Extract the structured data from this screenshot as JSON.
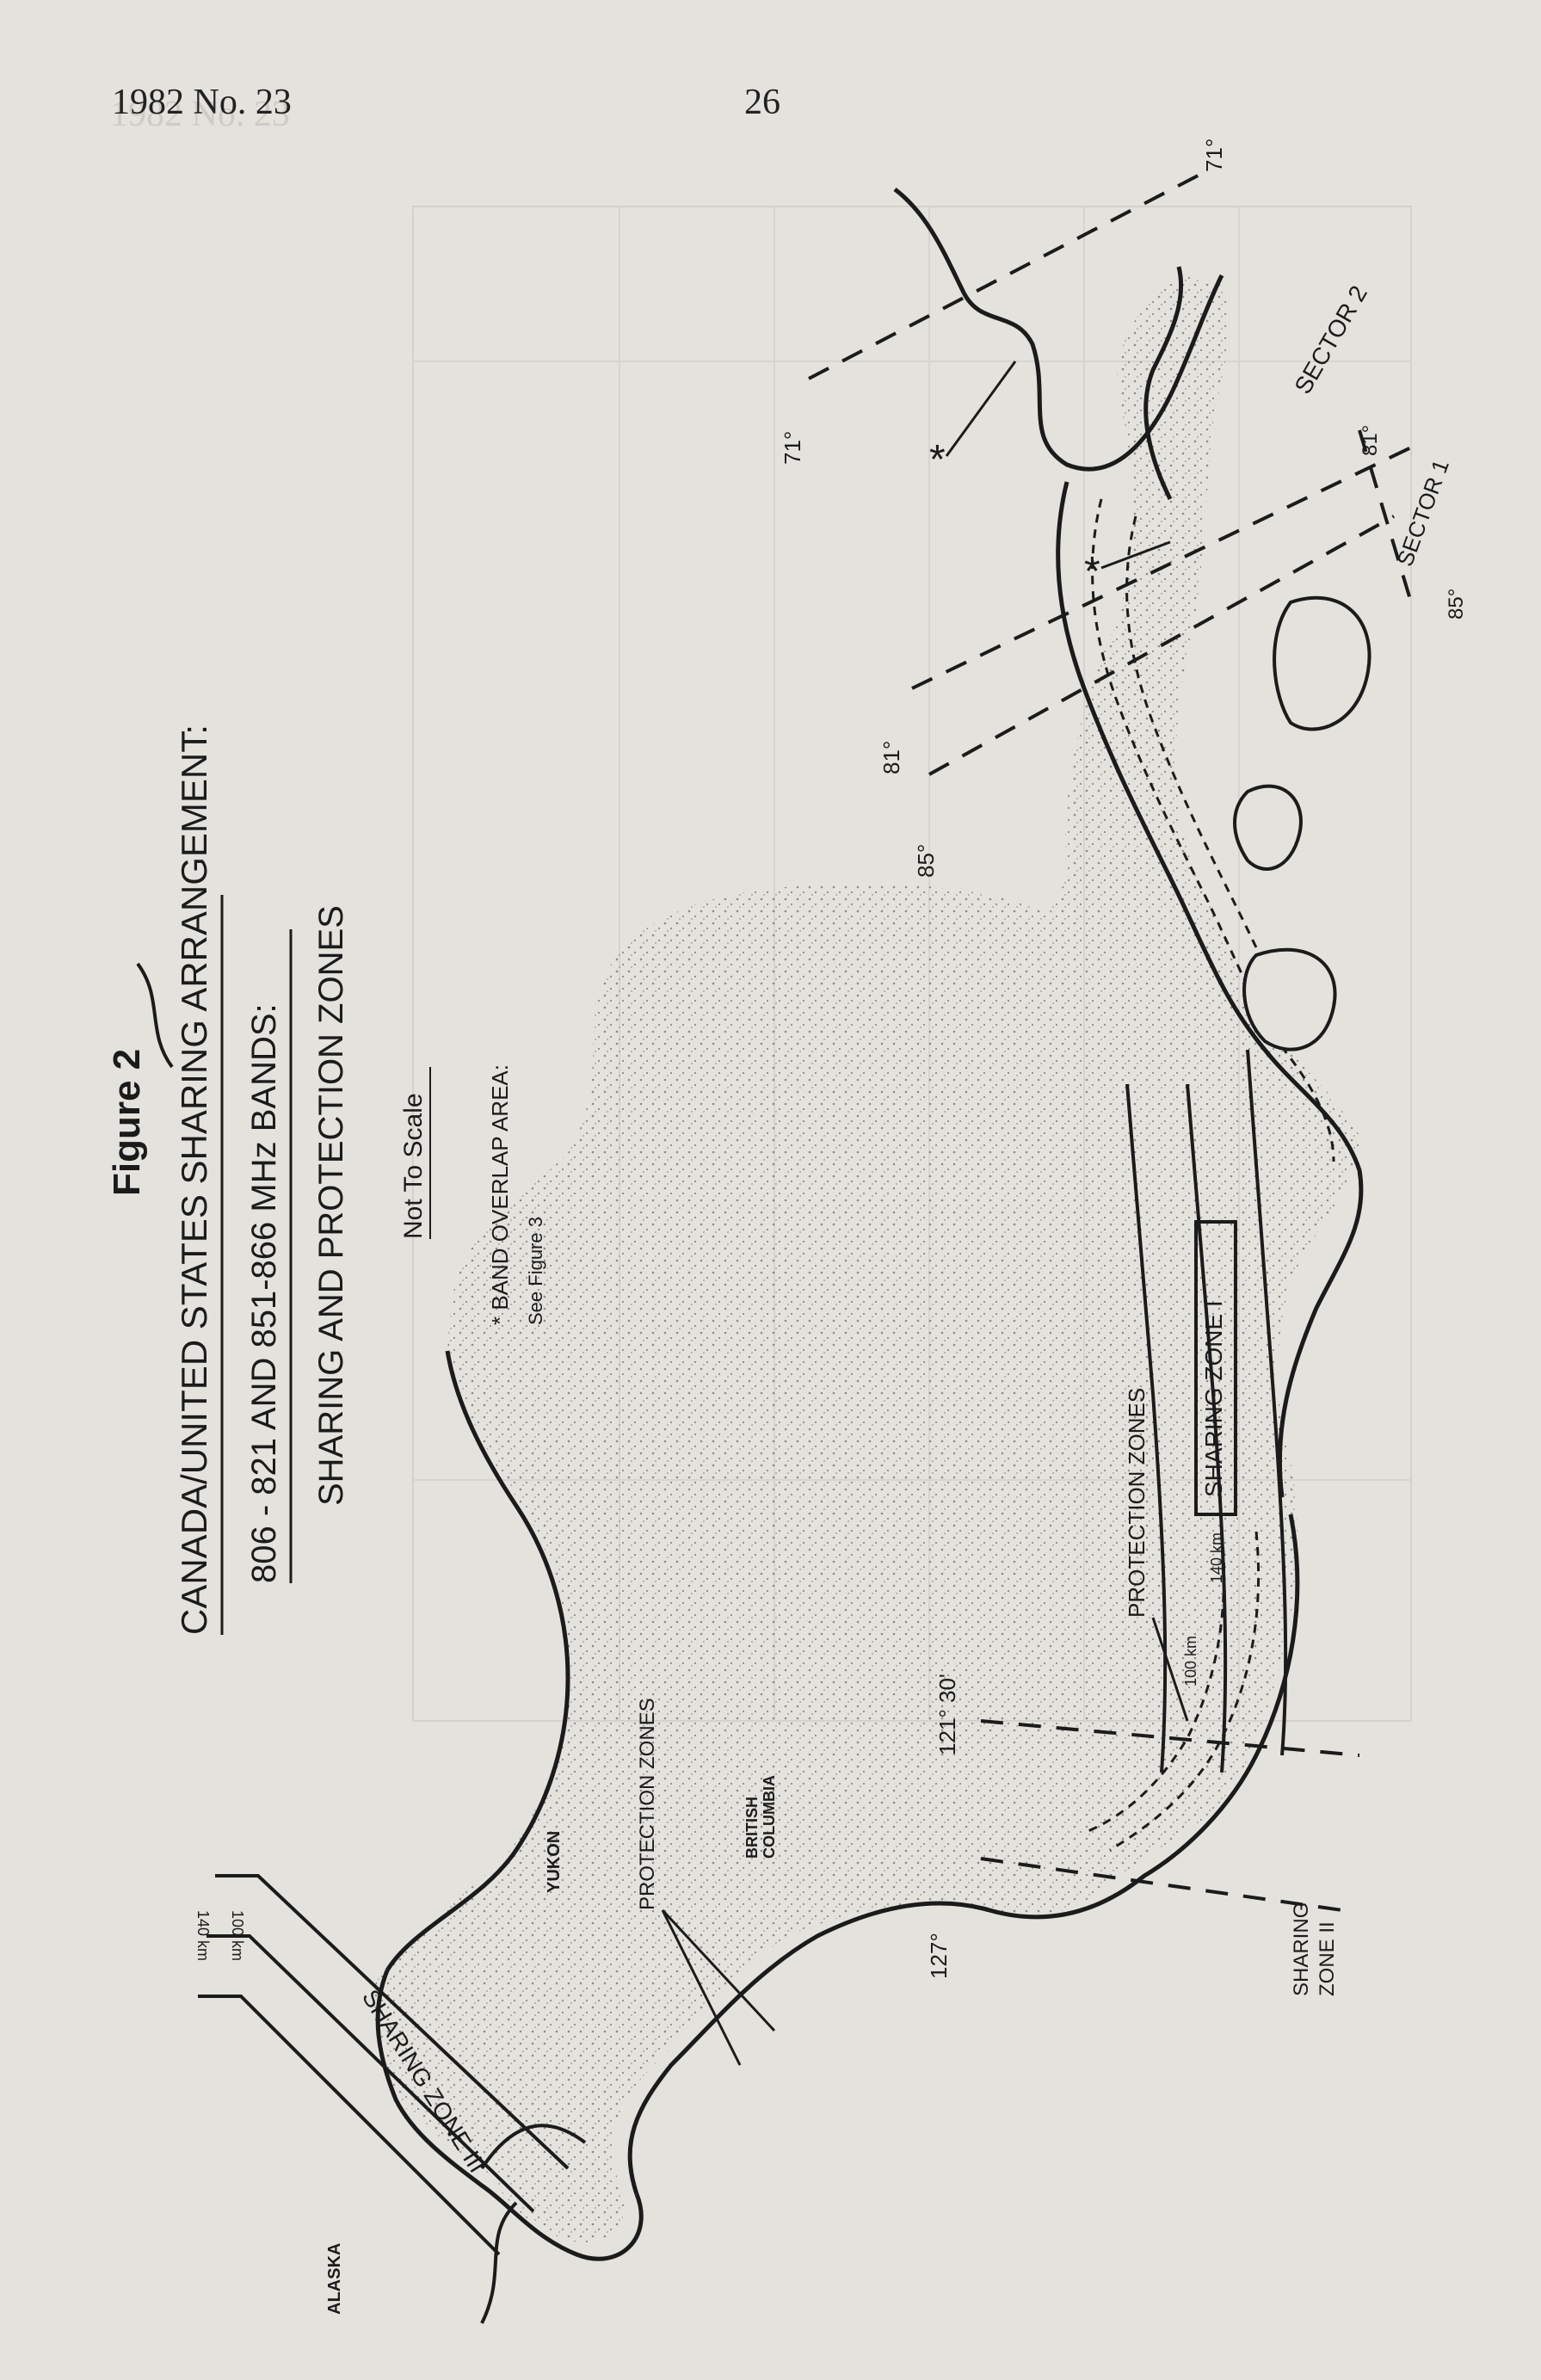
{
  "header": {
    "publication": "1982  No. 23",
    "page_number": "26"
  },
  "figure": {
    "label": "Figure 2",
    "title_line1": "CANADA/UNITED STATES SHARING ARRANGEMENT:",
    "title_line2": "806 - 821 AND 851-866 MHz BANDS:",
    "title_line3": "SHARING AND PROTECTION ZONES",
    "scale_note": "Not To Scale",
    "overlap_note_line1": "* BAND OVERLAP AREA:",
    "overlap_note_line2": "See Figure 3"
  },
  "map": {
    "regions": {
      "alaska": "ALASKA",
      "yukon": "YUKON",
      "bc_line1": "BRITISH",
      "bc_line2": "COLUMBIA"
    },
    "zones": {
      "sharing_zone_1": "SHARING  ZONE  I",
      "sharing_zone_2_line1": "SHARING",
      "sharing_zone_2_line2": "ZONE II",
      "sharing_zone_3": "SHARING ZONE  III",
      "protection_zones_a": "PROTECTION ZONES",
      "protection_zones_b": "PROTECTION ZONES"
    },
    "distances": {
      "d100_east": "100 km",
      "d140_east": "140 km",
      "d100_west": "100 km",
      "d140_west": "140 km"
    },
    "longitudes": {
      "lon_127": "127°",
      "lon_121_30": "121° 30'",
      "lon_85": "85°",
      "lon_81": "81°",
      "lon_71": "71°",
      "lon_71_top": "71°",
      "lon_81_sector": "81°",
      "lon_85_sector": "85°"
    },
    "sectors": {
      "sector_1": "SECTOR 1",
      "sector_2": "SECTOR 2"
    },
    "markers": {
      "asterisk": "*"
    }
  },
  "colors": {
    "page_background": "#e4e2dd",
    "ink": "#1b1b1b",
    "bleed_through": "#b9b6b0"
  }
}
